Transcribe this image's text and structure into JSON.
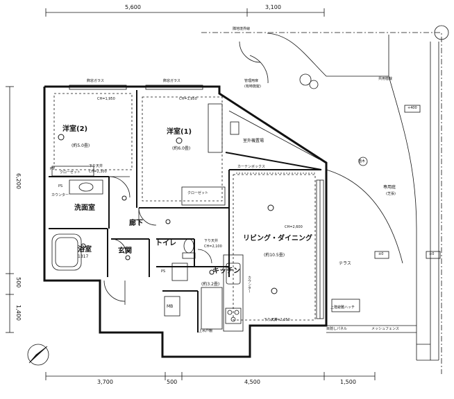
{
  "dimensions": {
    "top": [
      "5,600",
      "3,100"
    ],
    "bottom": [
      "3,700",
      "500",
      "4,500",
      "1,500"
    ],
    "left": [
      "6,200",
      "500",
      "1,400"
    ]
  },
  "rooms": {
    "western_room_2": "洋室(2)",
    "western_room_2_size": "(約5.0畳)",
    "western_room_1": "洋室(1)",
    "western_room_1_size": "(約6.0畳)",
    "wash_room": "洗面室",
    "bath": "浴室",
    "bath_size": "1317",
    "entrance": "玄関",
    "toilet": "トイレ",
    "corridor": "廊下",
    "kitchen": "キッチン",
    "kitchen_size": "(約3.2畳)",
    "living_dining": "リビング・ダイニング",
    "living_dining_size": "(約10.5畳)",
    "terrace": "テラス",
    "private_garden": "専用庭",
    "private_garden_note": "(芝張)",
    "outdoor_unit": "室外機置場",
    "closet": "クローゼット",
    "clos_small": "クローゼット",
    "counter": "カウンター",
    "counter_wash": "カウンター",
    "shared_greenery": "共用植栽",
    "management_door": "管理用扉",
    "management_door_note": "(有時施錠)",
    "neighbor_boundary": "隣地境界線",
    "mb": "MB",
    "ps1": "PS",
    "ps2": "PS",
    "ps3": "PS",
    "mesh_fence": "メッシュフェンス",
    "partition": "目隠しパネル",
    "upper_floor_hatch": "上階避難ハッチ",
    "curtain_box": "カーテンボックス",
    "tree": "植木",
    "ch_ldk": "CH=2,600",
    "ch_w2": "CH=1,950",
    "ch_w1": "CH=1,950",
    "ch_wash": "CH=2,300",
    "ch_corr": "CH=2,100",
    "ch_kitchen": "CH=2,050",
    "ceiling_ldk": "下り天井",
    "ceiling_wash": "下り天井",
    "ceiling_kitchen": "下り天井",
    "level_plus400": "+400",
    "level_0a": "±0",
    "level_0b": "±0",
    "glass1": "飾窓ガラス",
    "glass2": "飾窓ガラス",
    "high_shelf": "上吊戸棚"
  },
  "colors": {
    "line": "#111111",
    "paper": "#ffffff"
  }
}
